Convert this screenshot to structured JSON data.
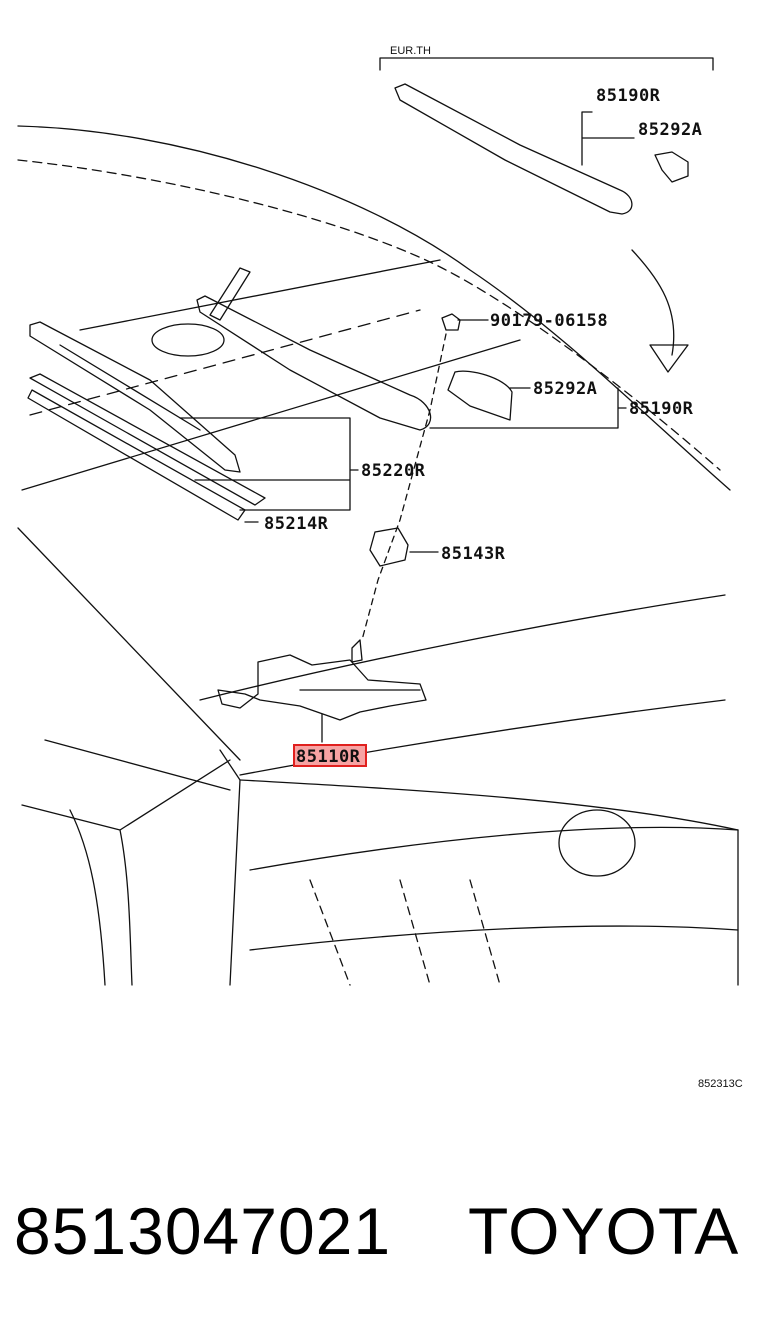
{
  "diagram": {
    "variant_label": "EUR.TH",
    "callouts": {
      "arm_top": "85190R",
      "cap_top": "85292A",
      "nut": "90179-06158",
      "cap": "85292A",
      "arm": "85190R",
      "blade": "85220R",
      "insert": "85214R",
      "grommet": "85143R",
      "motor": "85110R"
    },
    "drawing_code": "852313C"
  },
  "footer": {
    "part_number": "8513047021",
    "brand": "TOYOTA"
  },
  "colors": {
    "line": "#111111",
    "highlight_fill": "#f7a3a3",
    "highlight_border": "#e0201e"
  }
}
